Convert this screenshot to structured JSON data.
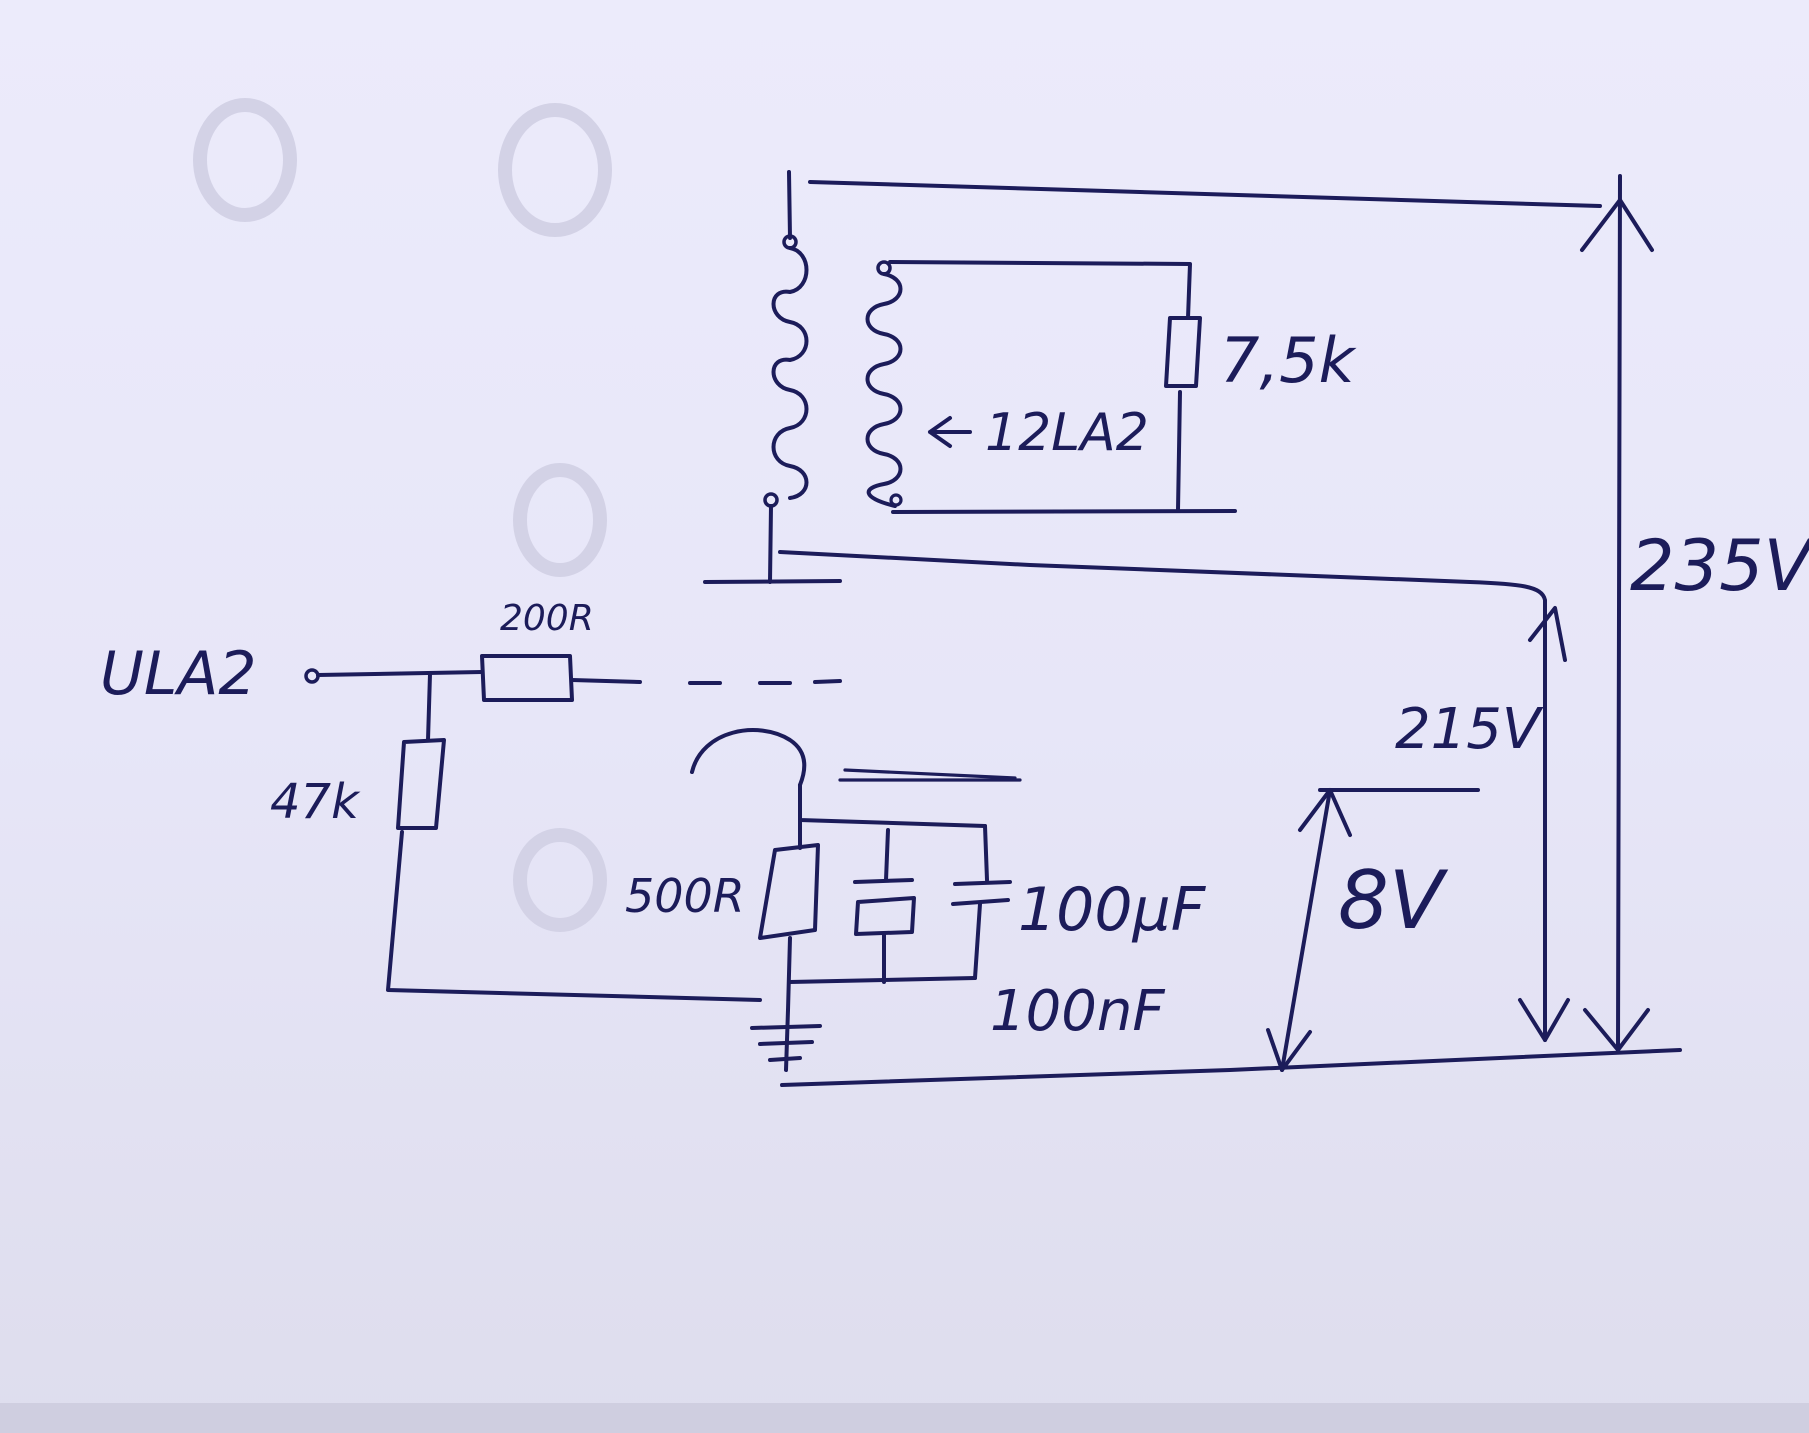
{
  "labels": {
    "input_node": "ULA2",
    "grid_resistor": "200R",
    "grid_leak_resistor": "47k",
    "load_resistor": "7,5k",
    "secondary_tap": "12LA2",
    "cathode_resistor": "500R",
    "bypass_cap_electrolytic": "100µF",
    "bypass_cap_film": "100nF",
    "cathode_voltage": "8V",
    "anode_voltage": "215V",
    "supply_voltage": "235V"
  },
  "colors": {
    "ink": "#1c1c5a",
    "paper": "#ecebfb"
  }
}
